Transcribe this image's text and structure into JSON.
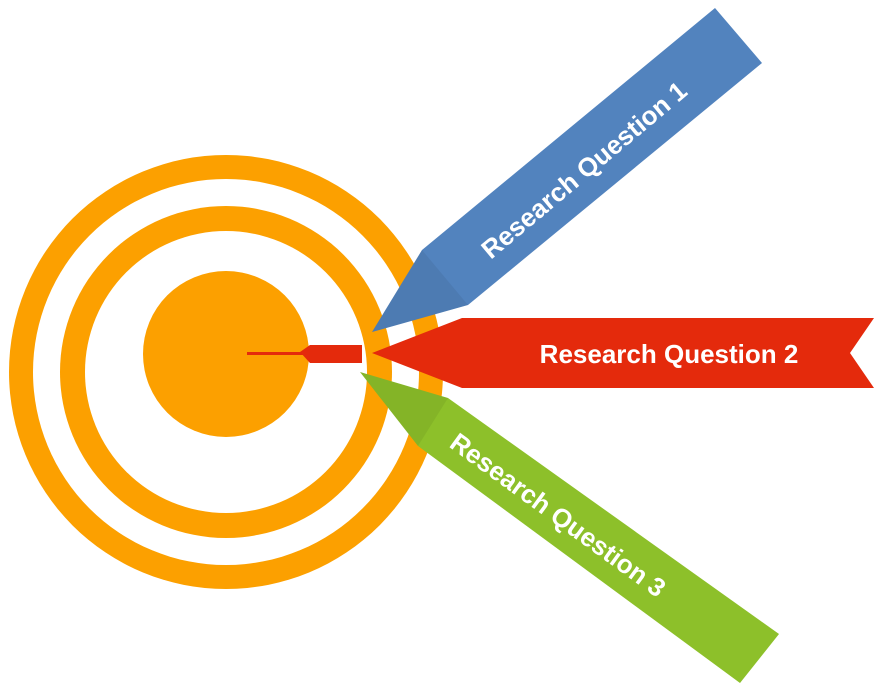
{
  "arrows": [
    {
      "label": "Research Question 1",
      "color": "#5283BE"
    },
    {
      "label": "Research Question 2",
      "color": "#E42A0C"
    },
    {
      "label": "Research Question 3",
      "color": "#8DC02A"
    }
  ],
  "target": {
    "ring_color": "#FCA000",
    "gap_color": "#FFFFFF",
    "dart_color": "#E42A0C"
  }
}
